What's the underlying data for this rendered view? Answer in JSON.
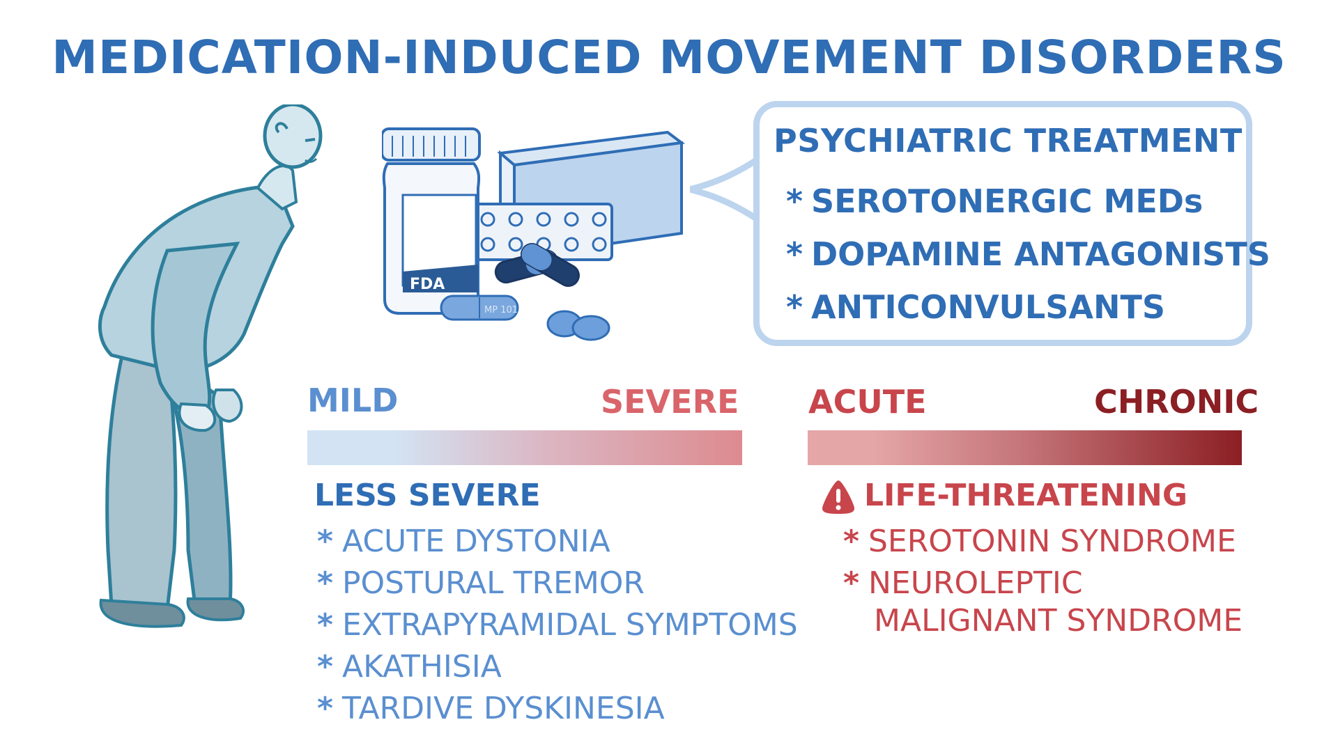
{
  "title": "MEDICATION-INDUCED MOVEMENT DISORDERS",
  "colors": {
    "title_blue": "#2f6db5",
    "list_blue": "#5a8fd0",
    "bubble_border": "#bcd4ee",
    "mild_blue": "#5a8fd0",
    "severe_red": "#d9646a",
    "acute_red": "#c8454c",
    "chronic_red": "#8b1f24",
    "figure_teal": "#2e7f9b"
  },
  "illustration": {
    "person": "elderly-man-stooped-posture",
    "bottle_label": "FDA",
    "pill_imprint": "MP 101"
  },
  "bubble": {
    "title": "PSYCHIATRIC TREATMENT",
    "items": [
      {
        "bullet": "*",
        "text": "SEROTONERGIC MEDs"
      },
      {
        "bullet": "*",
        "text": "DOPAMINE ANTAGONISTS"
      },
      {
        "bullet": "*",
        "text": "ANTICONVULSANTS"
      }
    ]
  },
  "severity_scale": {
    "left_label": "MILD",
    "right_label": "SEVERE",
    "gradient": [
      "#d3e3f3",
      "#dc8b8f"
    ]
  },
  "time_scale": {
    "left_label": "ACUTE",
    "right_label": "CHRONIC",
    "gradient": [
      "#e4a6a7",
      "#8b1f24"
    ]
  },
  "less_severe": {
    "heading": "LESS SEVERE",
    "items": [
      {
        "bullet": "*",
        "text": "ACUTE DYSTONIA"
      },
      {
        "bullet": "*",
        "text": "POSTURAL TREMOR"
      },
      {
        "bullet": "*",
        "text": "EXTRAPYRAMIDAL SYMPTOMS"
      },
      {
        "bullet": "*",
        "text": "AKATHISIA"
      },
      {
        "bullet": "*",
        "text": "TARDIVE DYSKINESIA"
      }
    ]
  },
  "life_threatening": {
    "heading": "LIFE-THREATENING",
    "icon": "warning-icon",
    "items": [
      {
        "bullet": "*",
        "text": "SEROTONIN SYNDROME"
      },
      {
        "bullet": "*",
        "text": "NEUROLEPTIC",
        "continuation": "MALIGNANT SYNDROME"
      }
    ]
  }
}
